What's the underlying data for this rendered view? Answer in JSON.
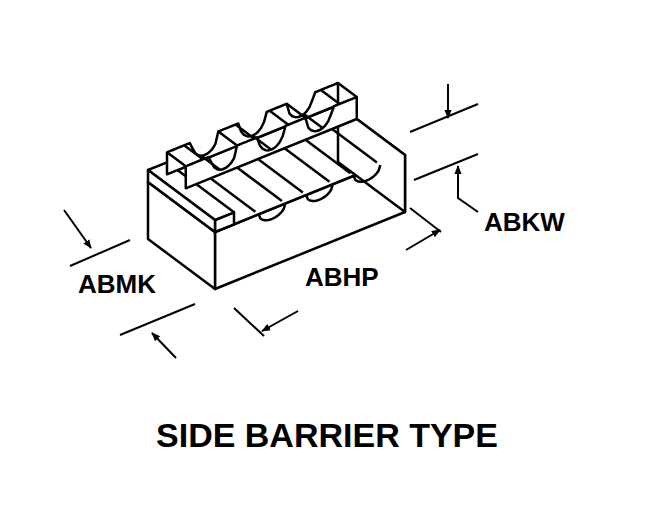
{
  "diagram": {
    "caption": "SIDE BARRIER TYPE",
    "labels": [
      "ABKW",
      "ABMK",
      "ABHP"
    ]
  }
}
